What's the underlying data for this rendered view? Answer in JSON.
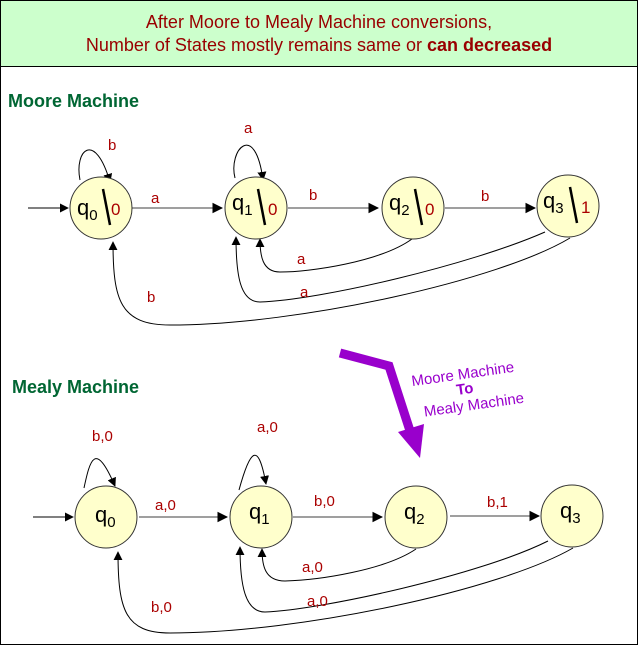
{
  "banner": {
    "line1": "After Moore to Mealy Machine conversions,",
    "line2_prefix": "Number of States mostly remains same or ",
    "line2_bold": "can decreased"
  },
  "colors": {
    "banner_bg": "#ccffcc",
    "banner_text": "#990000",
    "section_title": "#006633",
    "state_fill": "#ffffcc",
    "edge_label": "#aa0000",
    "conversion_arrow": "#9900cc"
  },
  "moore": {
    "title": "Moore Machine",
    "states": [
      {
        "name": "q",
        "sub": "0",
        "output": "0"
      },
      {
        "name": "q",
        "sub": "1",
        "output": "0"
      },
      {
        "name": "q",
        "sub": "2",
        "output": "0"
      },
      {
        "name": "q",
        "sub": "3",
        "output": "1"
      }
    ],
    "transitions": [
      {
        "from": "q0",
        "to": "q0",
        "label": "b"
      },
      {
        "from": "q0",
        "to": "q1",
        "label": "a"
      },
      {
        "from": "q1",
        "to": "q1",
        "label": "a"
      },
      {
        "from": "q1",
        "to": "q2",
        "label": "b"
      },
      {
        "from": "q2",
        "to": "q3",
        "label": "b"
      },
      {
        "from": "q2",
        "to": "q1",
        "label": "a"
      },
      {
        "from": "q3",
        "to": "q1",
        "label": "a"
      },
      {
        "from": "q3",
        "to": "q0",
        "label": "b"
      }
    ]
  },
  "conversion": {
    "line1": "Moore  Machine",
    "line2": "To",
    "line3": "Mealy Machine"
  },
  "mealy": {
    "title": "Mealy Machine",
    "states": [
      {
        "name": "q",
        "sub": "0"
      },
      {
        "name": "q",
        "sub": "1"
      },
      {
        "name": "q",
        "sub": "2"
      },
      {
        "name": "q",
        "sub": "3"
      }
    ],
    "transitions": [
      {
        "from": "q0",
        "to": "q0",
        "label": "b,0"
      },
      {
        "from": "q0",
        "to": "q1",
        "label": "a,0"
      },
      {
        "from": "q1",
        "to": "q1",
        "label": "a,0"
      },
      {
        "from": "q1",
        "to": "q2",
        "label": "b,0"
      },
      {
        "from": "q2",
        "to": "q3",
        "label": "b,1"
      },
      {
        "from": "q2",
        "to": "q1",
        "label": "a,0"
      },
      {
        "from": "q3",
        "to": "q1",
        "label": "a,0"
      },
      {
        "from": "q3",
        "to": "q0",
        "label": "b,0"
      }
    ]
  }
}
